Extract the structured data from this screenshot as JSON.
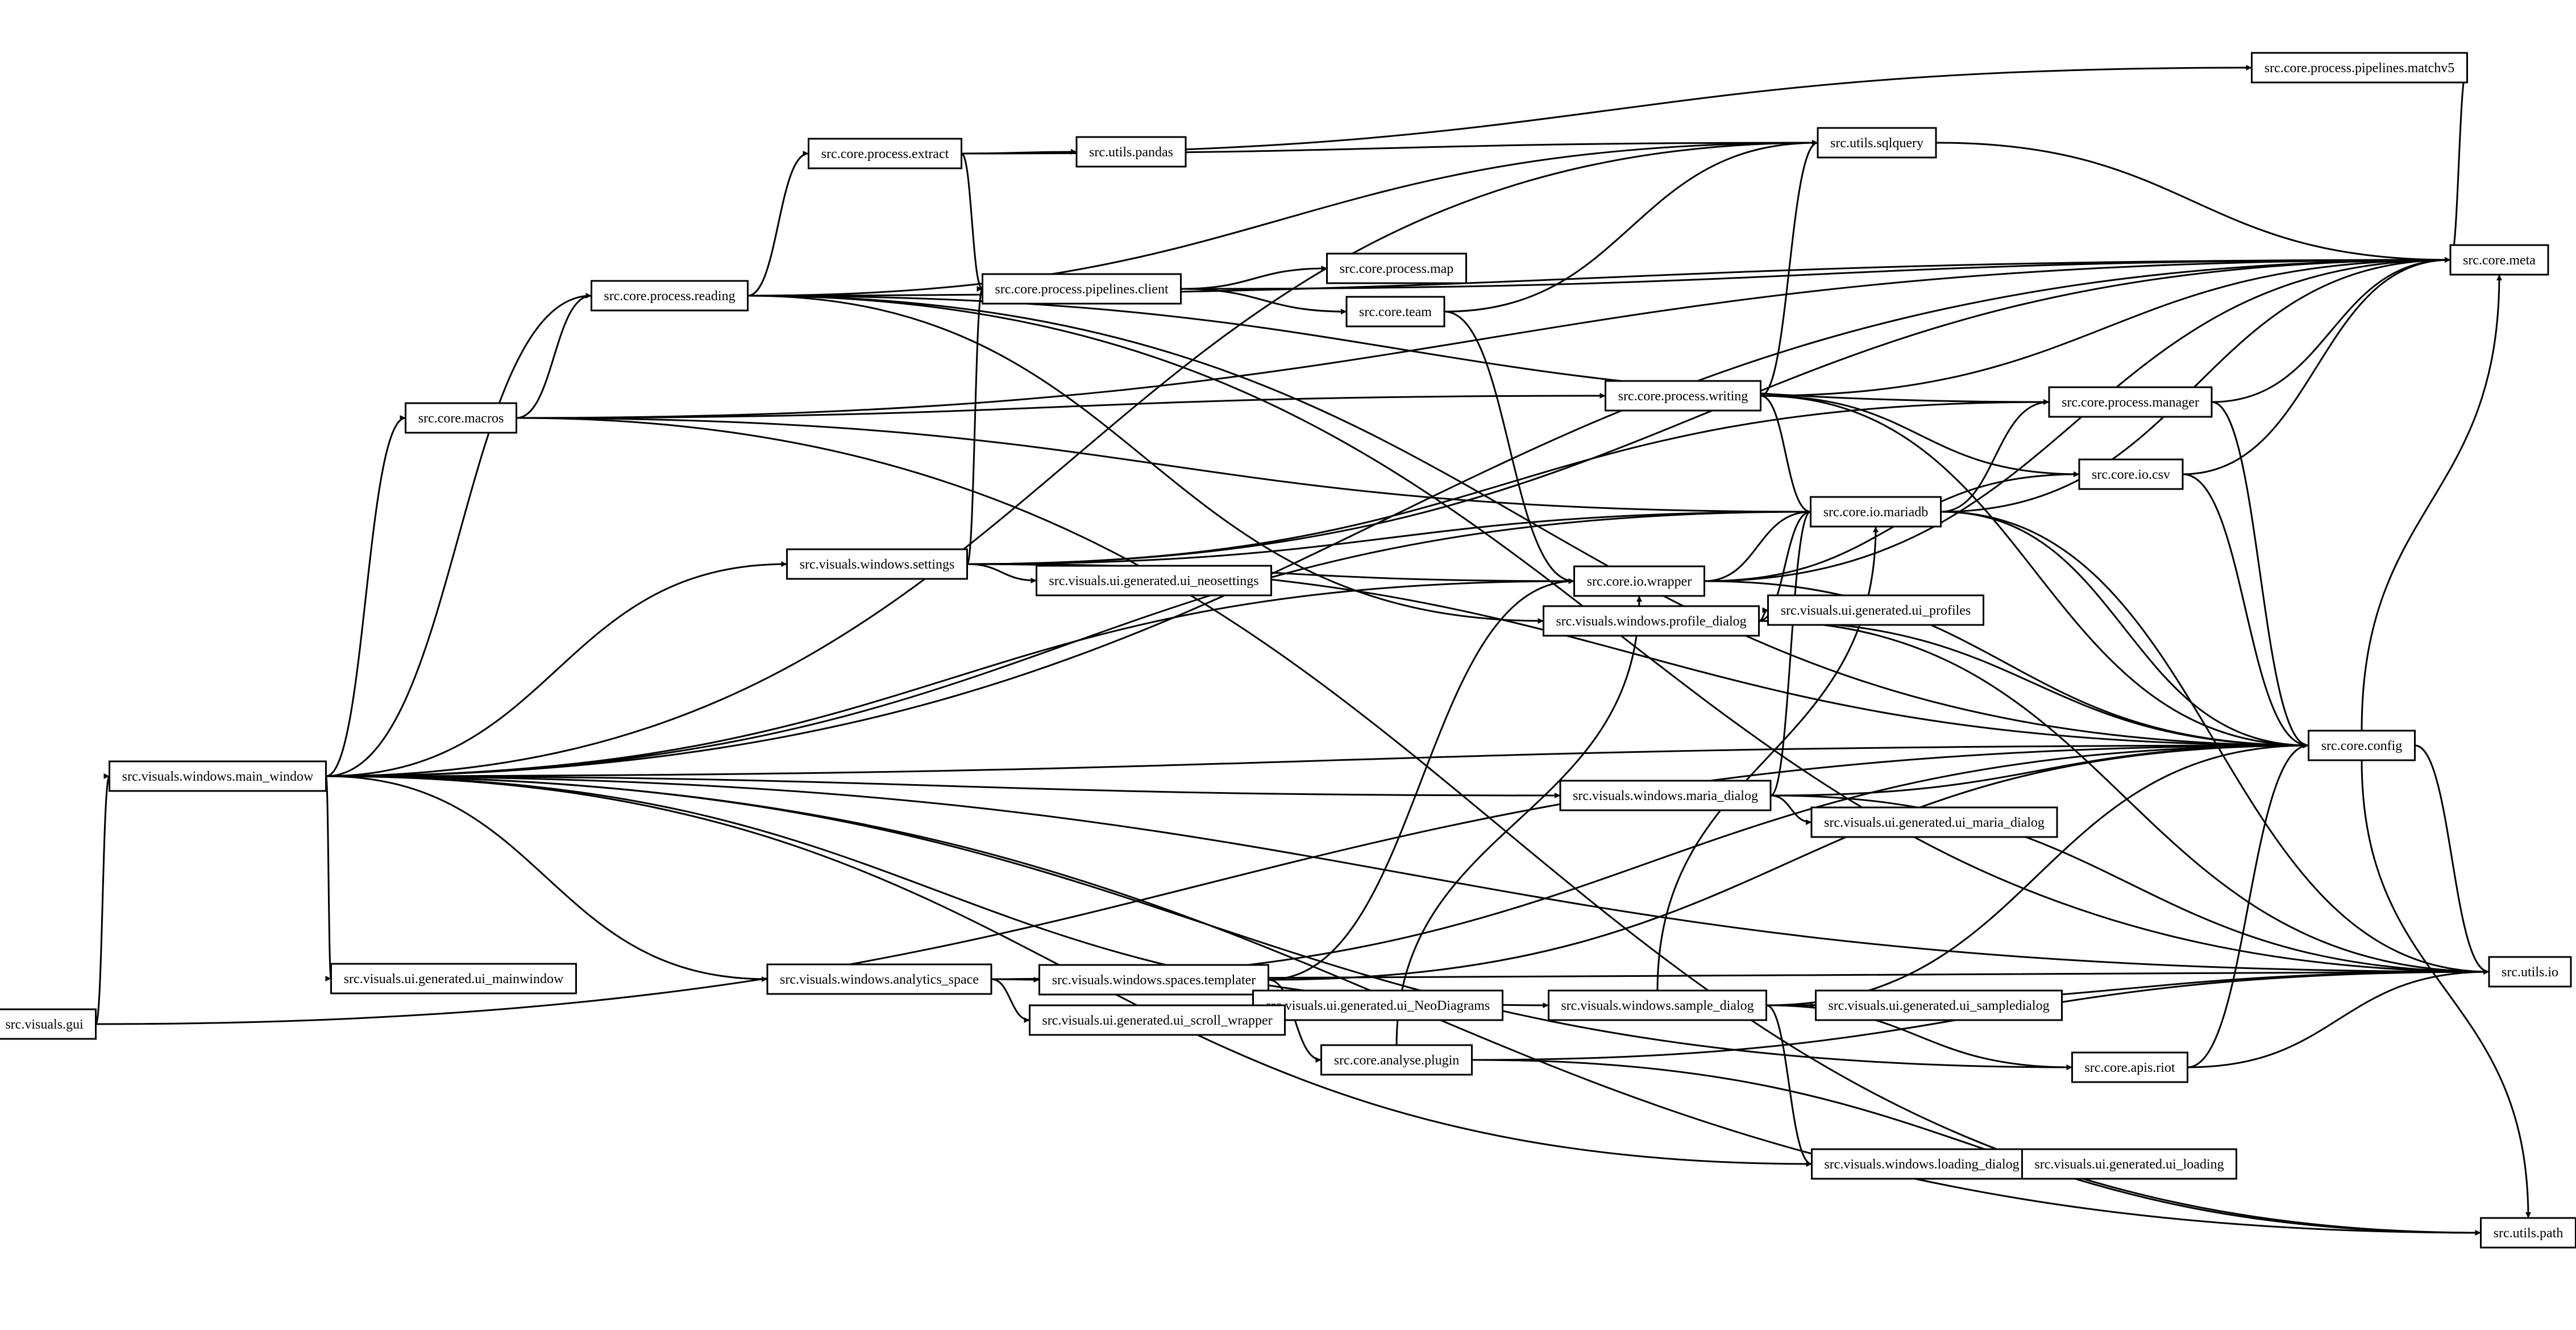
{
  "diagram": {
    "type": "directed-graph",
    "nodes": [
      {
        "id": "gui",
        "label": "src.visuals.gui"
      },
      {
        "id": "main_window",
        "label": "src.visuals.windows.main_window"
      },
      {
        "id": "macros",
        "label": "src.core.macros"
      },
      {
        "id": "reading",
        "label": "src.core.process.reading"
      },
      {
        "id": "extract",
        "label": "src.core.process.extract"
      },
      {
        "id": "pandas",
        "label": "src.utils.pandas"
      },
      {
        "id": "client",
        "label": "src.core.process.pipelines.client"
      },
      {
        "id": "map",
        "label": "src.core.process.map"
      },
      {
        "id": "team",
        "label": "src.core.team"
      },
      {
        "id": "matchv5",
        "label": "src.core.process.pipelines.matchv5"
      },
      {
        "id": "sqlquery",
        "label": "src.utils.sqlquery"
      },
      {
        "id": "writing",
        "label": "src.core.process.writing"
      },
      {
        "id": "manager",
        "label": "src.core.process.manager"
      },
      {
        "id": "meta",
        "label": "src.core.meta"
      },
      {
        "id": "csv",
        "label": "src.core.io.csv"
      },
      {
        "id": "mariadb",
        "label": "src.core.io.mariadb"
      },
      {
        "id": "settings",
        "label": "src.visuals.windows.settings"
      },
      {
        "id": "ui_neosettings",
        "label": "src.visuals.ui.generated.ui_neosettings"
      },
      {
        "id": "wrapper",
        "label": "src.core.io.wrapper"
      },
      {
        "id": "profile_dialog",
        "label": "src.visuals.windows.profile_dialog"
      },
      {
        "id": "ui_profiles",
        "label": "src.visuals.ui.generated.ui_profiles"
      },
      {
        "id": "config",
        "label": "src.core.config"
      },
      {
        "id": "maria_dialog",
        "label": "src.visuals.windows.maria_dialog"
      },
      {
        "id": "ui_maria_dialog",
        "label": "src.visuals.ui.generated.ui_maria_dialog"
      },
      {
        "id": "ui_mainwindow",
        "label": "src.visuals.ui.generated.ui_mainwindow"
      },
      {
        "id": "analytics_space",
        "label": "src.visuals.windows.analytics_space"
      },
      {
        "id": "templater",
        "label": "src.visuals.windows.spaces.templater"
      },
      {
        "id": "ui_neodiagrams",
        "label": "src.visuals.ui.generated.ui_NeoDiagrams"
      },
      {
        "id": "ui_scroll_wrapper",
        "label": "src.visuals.ui.generated.ui_scroll_wrapper"
      },
      {
        "id": "plugin",
        "label": "src.core.analyse.plugin"
      },
      {
        "id": "sample_dialog",
        "label": "src.visuals.windows.sample_dialog"
      },
      {
        "id": "ui_sampledialog",
        "label": "src.visuals.ui.generated.ui_sampledialog"
      },
      {
        "id": "riot",
        "label": "src.core.apis.riot"
      },
      {
        "id": "io",
        "label": "src.utils.io"
      },
      {
        "id": "loading_dialog",
        "label": "src.visuals.windows.loading_dialog"
      },
      {
        "id": "ui_loading",
        "label": "src.visuals.ui.generated.ui_loading"
      },
      {
        "id": "path",
        "label": "src.utils.path"
      }
    ],
    "edges": [
      [
        "gui",
        "main_window"
      ],
      [
        "gui",
        "config"
      ],
      [
        "main_window",
        "macros"
      ],
      [
        "main_window",
        "reading"
      ],
      [
        "main_window",
        "sqlquery"
      ],
      [
        "main_window",
        "meta"
      ],
      [
        "main_window",
        "io"
      ],
      [
        "main_window",
        "mariadb"
      ],
      [
        "main_window",
        "settings"
      ],
      [
        "main_window",
        "wrapper"
      ],
      [
        "main_window",
        "config"
      ],
      [
        "main_window",
        "maria_dialog"
      ],
      [
        "main_window",
        "sample_dialog"
      ],
      [
        "main_window",
        "ui_mainwindow"
      ],
      [
        "main_window",
        "analytics_space"
      ],
      [
        "main_window",
        "riot"
      ],
      [
        "main_window",
        "loading_dialog"
      ],
      [
        "main_window",
        "path"
      ],
      [
        "macros",
        "reading"
      ],
      [
        "macros",
        "meta"
      ],
      [
        "macros",
        "writing"
      ],
      [
        "macros",
        "mariadb"
      ],
      [
        "macros",
        "path"
      ],
      [
        "reading",
        "extract"
      ],
      [
        "reading",
        "sqlquery"
      ],
      [
        "reading",
        "meta"
      ],
      [
        "reading",
        "manager"
      ],
      [
        "reading",
        "io"
      ],
      [
        "reading",
        "profile_dialog"
      ],
      [
        "reading",
        "config"
      ],
      [
        "extract",
        "pandas"
      ],
      [
        "extract",
        "client"
      ],
      [
        "extract",
        "matchv5"
      ],
      [
        "extract",
        "sqlquery"
      ],
      [
        "client",
        "map"
      ],
      [
        "client",
        "team"
      ],
      [
        "client",
        "meta"
      ],
      [
        "team",
        "sqlquery"
      ],
      [
        "team",
        "wrapper"
      ],
      [
        "matchv5",
        "meta"
      ],
      [
        "sqlquery",
        "meta"
      ],
      [
        "writing",
        "sqlquery"
      ],
      [
        "writing",
        "meta"
      ],
      [
        "writing",
        "csv"
      ],
      [
        "writing",
        "mariadb"
      ],
      [
        "writing",
        "config"
      ],
      [
        "manager",
        "meta"
      ],
      [
        "manager",
        "config"
      ],
      [
        "csv",
        "meta"
      ],
      [
        "csv",
        "config"
      ],
      [
        "mariadb",
        "manager"
      ],
      [
        "mariadb",
        "meta"
      ],
      [
        "mariadb",
        "io"
      ],
      [
        "mariadb",
        "config"
      ],
      [
        "settings",
        "client"
      ],
      [
        "settings",
        "ui_neosettings"
      ],
      [
        "settings",
        "manager"
      ],
      [
        "settings",
        "mariadb"
      ],
      [
        "settings",
        "wrapper"
      ],
      [
        "settings",
        "meta"
      ],
      [
        "settings",
        "config"
      ],
      [
        "wrapper",
        "mariadb"
      ],
      [
        "wrapper",
        "meta"
      ],
      [
        "wrapper",
        "csv"
      ],
      [
        "wrapper",
        "config"
      ],
      [
        "profile_dialog",
        "ui_profiles"
      ],
      [
        "profile_dialog",
        "mariadb"
      ],
      [
        "profile_dialog",
        "config"
      ],
      [
        "profile_dialog",
        "io"
      ],
      [
        "config",
        "meta"
      ],
      [
        "config",
        "io"
      ],
      [
        "config",
        "path"
      ],
      [
        "maria_dialog",
        "ui_maria_dialog"
      ],
      [
        "maria_dialog",
        "mariadb"
      ],
      [
        "maria_dialog",
        "config"
      ],
      [
        "maria_dialog",
        "io"
      ],
      [
        "analytics_space",
        "templater"
      ],
      [
        "analytics_space",
        "ui_scroll_wrapper"
      ],
      [
        "analytics_space",
        "config"
      ],
      [
        "analytics_space",
        "io"
      ],
      [
        "templater",
        "ui_neodiagrams"
      ],
      [
        "templater",
        "plugin"
      ],
      [
        "templater",
        "wrapper"
      ],
      [
        "templater",
        "config"
      ],
      [
        "plugin",
        "wrapper"
      ],
      [
        "plugin",
        "io"
      ],
      [
        "plugin",
        "path"
      ],
      [
        "sample_dialog",
        "ui_sampledialog"
      ],
      [
        "sample_dialog",
        "mariadb"
      ],
      [
        "sample_dialog",
        "config"
      ],
      [
        "sample_dialog",
        "io"
      ],
      [
        "sample_dialog",
        "riot"
      ],
      [
        "sample_dialog",
        "loading_dialog"
      ],
      [
        "riot",
        "config"
      ],
      [
        "riot",
        "io"
      ],
      [
        "loading_dialog",
        "ui_loading"
      ]
    ]
  }
}
